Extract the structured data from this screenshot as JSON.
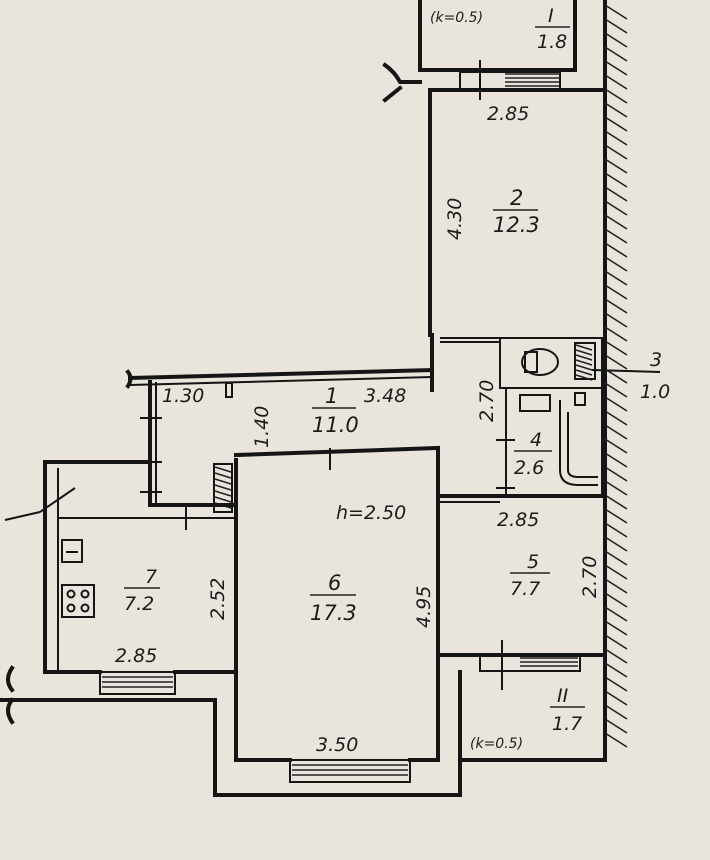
{
  "rooms": [
    {
      "number": "1",
      "area": "11.0"
    },
    {
      "number": "2",
      "area": "12.3"
    },
    {
      "number": "3",
      "area": "1.0"
    },
    {
      "number": "4",
      "area": "2.6"
    },
    {
      "number": "5",
      "area": "7.7"
    },
    {
      "number": "6",
      "area": "17.3"
    },
    {
      "number": "7",
      "area": "7.2"
    }
  ],
  "balconies": [
    {
      "number": "I",
      "area": "1.8",
      "k": "(k=0.5)"
    },
    {
      "number": "II",
      "area": "1.7",
      "k": "(k=0.5)"
    }
  ],
  "dimensions": {
    "room2_width": "2.85",
    "room2_length": "4.30",
    "hall_width": "1.30",
    "hall_length": "3.48",
    "hall_height": "1.40",
    "bath_height": "2.70",
    "room5_width": "2.85",
    "room5_height": "2.70",
    "room6_height": "4.95",
    "room6_width": "3.50",
    "kitchen_height": "2.52",
    "kitchen_width": "2.85"
  },
  "ceiling_height": "h=2.50"
}
